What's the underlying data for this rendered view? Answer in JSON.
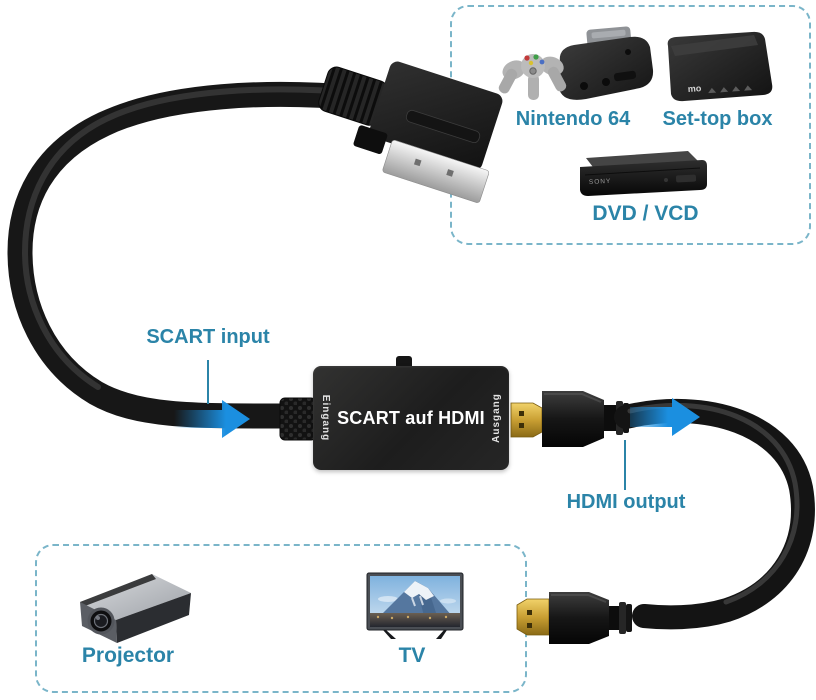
{
  "annotations": {
    "scart_input": "SCART input",
    "hdmi_output": "HDMI output"
  },
  "source_devices": {
    "nintendo": "Nintendo 64",
    "set_top": "Set-top box",
    "dvd": "DVD / VCD"
  },
  "display_devices": {
    "projector": "Projector",
    "tv": "TV"
  },
  "converter": {
    "title": "SCART auf HDMI",
    "input_label": "Eingang",
    "output_label": "Ausgang"
  },
  "device_marks": {
    "dvd_brand": "SONY",
    "settop_brand": "mo"
  },
  "colors": {
    "label_text": "#2b84a8",
    "dashed_border": "#7ab5c9",
    "arrow_blue": "#1b8fe0",
    "converter_text": "#ffffff"
  }
}
